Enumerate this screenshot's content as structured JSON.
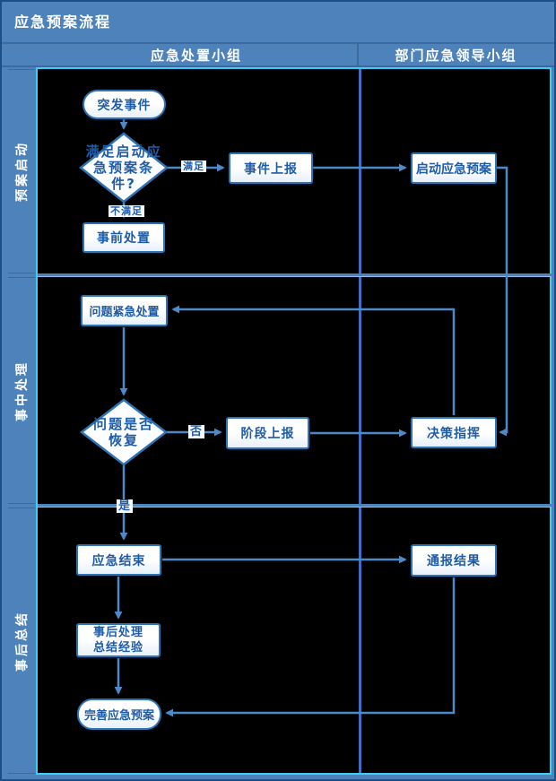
{
  "title": "应急预案流程",
  "header": {
    "col1": "应急处置小组",
    "col2": "部门应急领导小组"
  },
  "lanes": {
    "lane1": "预案启动",
    "lane2": "事中处理",
    "lane3": "事后总结"
  },
  "nodes": {
    "incident": "突发事件",
    "condition1": {
      "line1": "满足启动应",
      "line2": "急预案条",
      "line3": "件?"
    },
    "event_report": "事件上报",
    "activate_plan": "启动应急预案",
    "pre_handle": "事前处置",
    "urgent_handle": "问题紧急处置",
    "condition2": {
      "line1": "问题是否",
      "line2": "恢复"
    },
    "stage_report": "阶段上报",
    "command": "决策指挥",
    "emergency_end": "应急结束",
    "notify_result": "通报结果",
    "post_summary": {
      "line1": "事后处理",
      "line2": "总结经验"
    },
    "improve_plan": "完善应急预案"
  },
  "edge_labels": {
    "satisfied": "满足",
    "not_satisfied": "不满足",
    "no": "否",
    "yes": "是"
  },
  "colors": {
    "frame_blue": "#4d82bb",
    "accent_cyan": "#3ecdf5",
    "shape_border": "#2e74b5",
    "connector_blue": "#4e8ac9",
    "shape_text": "#1f5ca8",
    "content_bg": "#000000"
  }
}
